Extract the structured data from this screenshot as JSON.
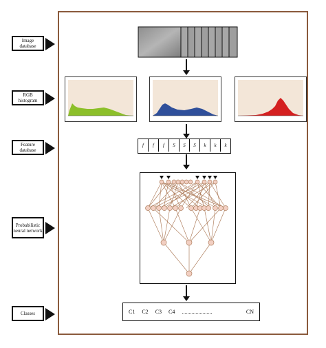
{
  "left_labels": [
    {
      "id": "image-database",
      "text": "Image database"
    },
    {
      "id": "rgb-histogram",
      "text": "RGB histogram"
    },
    {
      "id": "feature-database",
      "text": "Feature database"
    },
    {
      "id": "probabilistic-neural-network",
      "text": "Probabilistic neural network"
    },
    {
      "id": "classes",
      "text": "Classes"
    }
  ],
  "histograms": [
    {
      "channel": "green",
      "color": "#8cbf2a"
    },
    {
      "channel": "blue",
      "color": "#2f4f9a"
    },
    {
      "channel": "red",
      "color": "#d42020"
    }
  ],
  "histogram_background": "#f3e6d8",
  "feature_cells": [
    "f",
    "f",
    "f",
    "S",
    "S",
    "S",
    "k",
    "k",
    "k"
  ],
  "classes": {
    "items": [
      "C1",
      "C2",
      "C3",
      "C4"
    ],
    "dots": "......................",
    "last": "CN"
  },
  "colors": {
    "frame": "#8a5a3c",
    "network_edge": "#b08060",
    "node_fill": "#f2cfc2"
  }
}
